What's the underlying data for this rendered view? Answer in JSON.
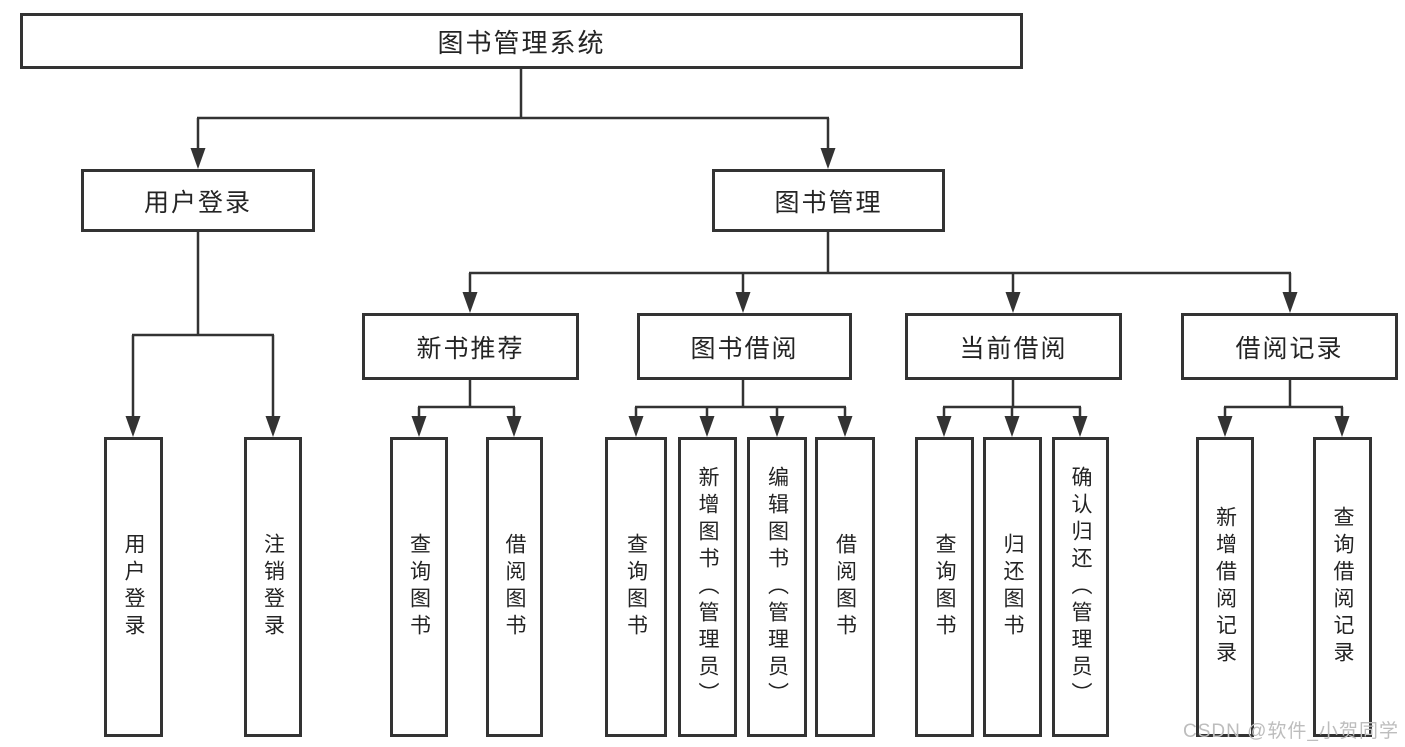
{
  "diagram": {
    "root": {
      "label": "图书管理系统"
    },
    "branches": [
      {
        "label": "用户登录",
        "children": [
          {
            "label": "用户登录"
          },
          {
            "label": "注销登录"
          }
        ]
      },
      {
        "label": "图书管理",
        "children": [
          {
            "label": "新书推荐",
            "children": [
              {
                "label": "查询图书"
              },
              {
                "label": "借阅图书"
              }
            ]
          },
          {
            "label": "图书借阅",
            "children": [
              {
                "label": "查询图书"
              },
              {
                "label": "新增图书（管理员）"
              },
              {
                "label": "编辑图书（管理员）"
              },
              {
                "label": "借阅图书"
              }
            ]
          },
          {
            "label": "当前借阅",
            "children": [
              {
                "label": "查询图书"
              },
              {
                "label": "归还图书"
              },
              {
                "label": "确认归还（管理员）"
              }
            ]
          },
          {
            "label": "借阅记录",
            "children": [
              {
                "label": "新增借阅记录"
              },
              {
                "label": "查询借阅记录"
              }
            ]
          }
        ]
      }
    ]
  },
  "watermark": "CSDN @软件_小贺同学",
  "colors": {
    "line": "#333333",
    "box_border": "#333333",
    "text": "#242424",
    "watermark": "#bdbdbd",
    "background": "#ffffff"
  }
}
